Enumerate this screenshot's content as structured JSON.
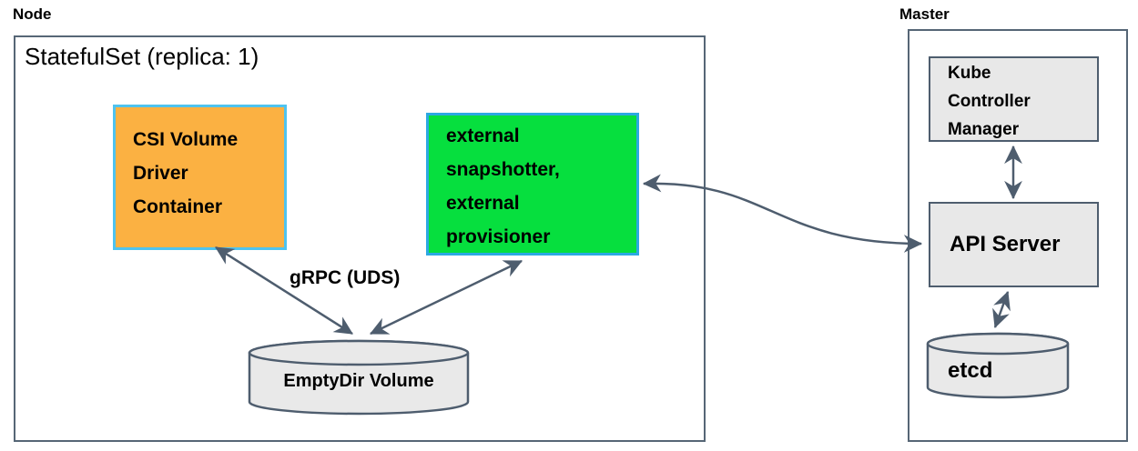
{
  "node_section": {
    "title": "Node",
    "statefulset_title": "StatefulSet (replica: 1)",
    "csi_driver_box": {
      "label": "CSI Volume Driver Container",
      "fill": "#FBB142",
      "border_color": "#4FC3EF"
    },
    "sidecar_box": {
      "label": "external snapshotter, external provisioner",
      "fill": "#06DF3E",
      "border_color": "#2CA8E2"
    },
    "grpc_arrow_label": "gRPC (UDS)",
    "emptydir_cylinder": {
      "label": "EmptyDir Volume",
      "fill": "#E9E9E9"
    }
  },
  "master_section": {
    "title": "Master",
    "kube_controller_manager_box": {
      "label": "Kube Controller Manager",
      "fill": "#E8E8E8"
    },
    "api_server_box": {
      "label": "API Server",
      "fill": "#E8E8E8"
    },
    "etcd_cylinder": {
      "label": "etcd",
      "fill": "#E9E9E9"
    }
  },
  "colors": {
    "arrow": "#4E5D6E",
    "outer_border": "#566676",
    "text": "#000000"
  },
  "connections": [
    "CSI Volume Driver Container <-> EmptyDir Volume (gRPC (UDS))",
    "external snapshotter, external provisioner <-> EmptyDir Volume (gRPC (UDS))",
    "external snapshotter, external provisioner <-> API Server",
    "Kube Controller Manager <-> API Server",
    "API Server <-> etcd"
  ]
}
